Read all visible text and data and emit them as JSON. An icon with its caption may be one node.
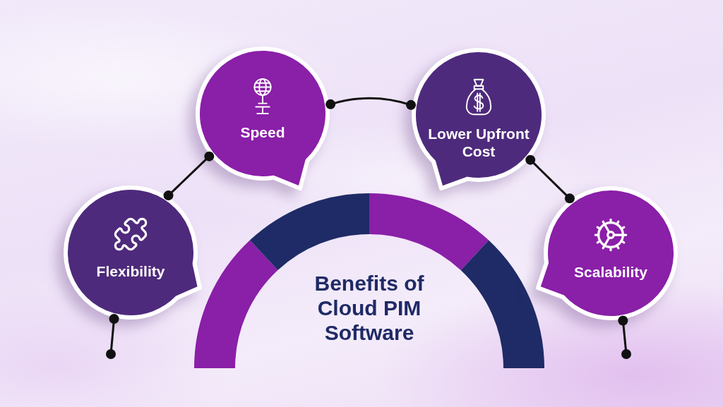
{
  "diagram": {
    "title": "Benefits of Cloud PIM Software",
    "nodes": [
      {
        "text": [
          "Flexibility"
        ]
      },
      {
        "text": [
          "Speed"
        ]
      },
      {
        "text": [
          "Lower Upfront Cost"
        ]
      },
      {
        "text": [
          "Scalability"
        ]
      }
    ],
    "edges": [
      {
        "from": 0,
        "to": 1,
        "arrow": "other"
      },
      {
        "from": 1,
        "to": 2,
        "arrow": "other"
      },
      {
        "from": 2,
        "to": 3,
        "arrow": "other"
      },
      {
        "from": 0,
        "to": null,
        "arrow": "other"
      },
      {
        "from": 3,
        "to": null,
        "arrow": "other"
      }
    ]
  }
}
